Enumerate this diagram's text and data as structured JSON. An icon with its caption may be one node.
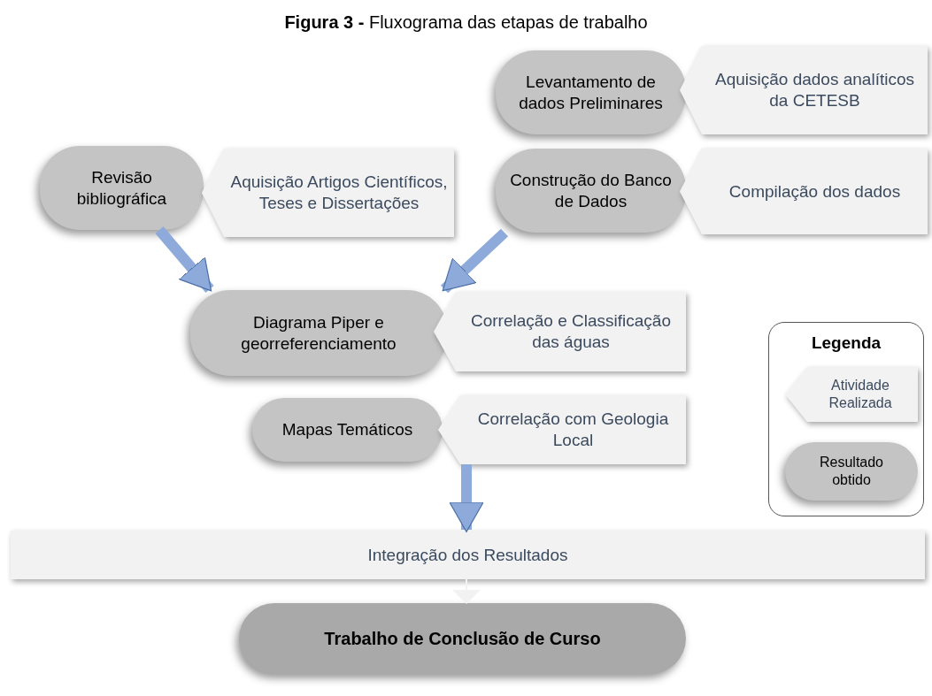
{
  "diagram": {
    "title": "**Figura 3 -** Fluxograma das etapas de trabalho",
    "nodes": [
      {
        "text": [
          "Levantamento de dados Preliminares"
        ]
      },
      {
        "text": [
          "Aquisição dados analíticos da CETESB"
        ]
      },
      {
        "text": [
          "Revisão bibliográfica"
        ]
      },
      {
        "text": [
          "Aquisição Artigos Científicos, Teses e Dissertações"
        ]
      },
      {
        "text": [
          "Construção do Banco de Dados"
        ]
      },
      {
        "text": [
          "Compilação dos dados"
        ]
      },
      {
        "text": [
          "Diagrama Piper e georreferenciamento"
        ]
      },
      {
        "text": [
          "Correlação e Classificação das águas"
        ]
      },
      {
        "text": [
          "Mapas Temáticos"
        ]
      },
      {
        "text": [
          "Correlação com Geologia Local"
        ]
      },
      {
        "text": [
          "Integração dos Resultados"
        ]
      },
      {
        "text": [
          "Trabalho de Conclusão de Curso"
        ]
      }
    ],
    "edges": [
      {
        "from": 2,
        "to": 6,
        "arrow": "to"
      },
      {
        "from": 4,
        "to": 6,
        "arrow": "to"
      },
      {
        "from": 9,
        "to": 10,
        "arrow": "to"
      },
      {
        "from": 10,
        "to": 11,
        "arrow": "to",
        "color": "#f2f2f2"
      }
    ],
    "labels": [
      "Legenda"
    ],
    "legend": [
      {
        "text": "Atividade Realizada"
      },
      {
        "text": "Resultado obtido"
      }
    ]
  }
}
